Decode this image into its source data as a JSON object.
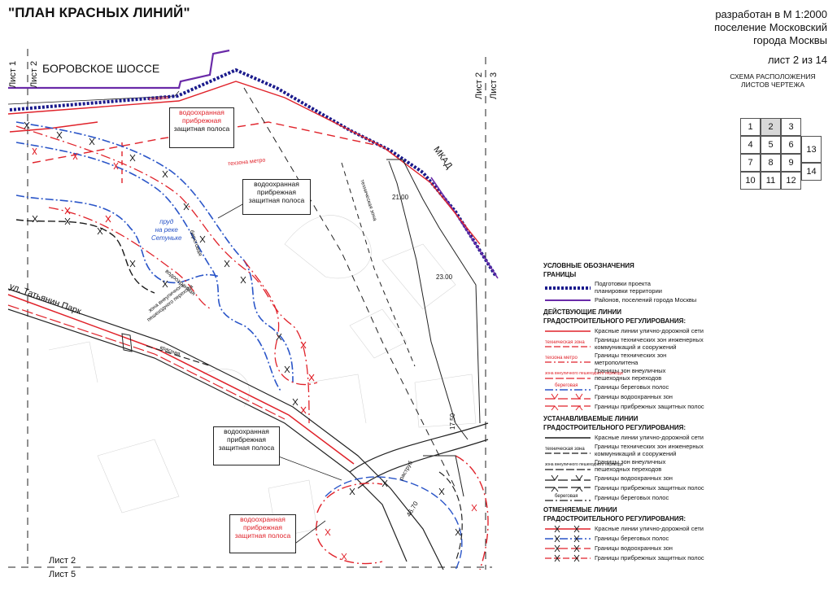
{
  "header": {
    "title": "\"ПЛАН КРАСНЫХ ЛИНИЙ\"",
    "scale_line": "разработан в М 1:2000",
    "settlement_line1": "поселение Московский",
    "settlement_line2": "города Москвы",
    "sheet_of": "лист 2 из 14"
  },
  "scheme": {
    "title_line1": "СХЕМА РАСПОЛОЖЕНИЯ",
    "title_line2": "ЛИСТОВ ЧЕРТЕЖА",
    "cells": [
      "1",
      "2",
      "3",
      "4",
      "5",
      "6",
      "7",
      "8",
      "9",
      "10",
      "11",
      "12",
      "13",
      "14"
    ],
    "highlighted": "2"
  },
  "map_labels": {
    "road_borovskoe": "БОРОВСКОЕ ШОССЕ",
    "road_mkad": "МКАД",
    "street_tatyanin": "ул. Татьянин Парк",
    "pond_line1": "пруд",
    "pond_line2": "на реке",
    "pond_line3": "Сетуньке",
    "sheet_left_1": "Лист 1",
    "sheet_left_2": "Лист 2",
    "sheet_right_2": "Лист 2",
    "sheet_right_3": "Лист 3",
    "sheet_bottom_2": "Лист 2",
    "sheet_bottom_5": "Лист 5",
    "krasnaya": "красная",
    "tekhzona_metro": "техзона метро",
    "tekhzona": "техзона",
    "tekhnicheskaya_zona": "техническая зона",
    "beregovaya": "береговая",
    "vodookhrannaya": "водоохранная",
    "zona_vneulichnogo": "зона внеуличного пешеходного перехода",
    "dim_2100": "21.00",
    "dim_2300": "23.00",
    "dim_1750": "17.50",
    "dim_4670": "46.70",
    "rasstrub": "раструб",
    "box1_line1": "водоохранная",
    "box1_line2": "прибрежная",
    "box1_line3": "защитная полоса",
    "box2_line1": "водоохранная",
    "box2_line2": "прибрежная",
    "box2_line3": "защитная полоса",
    "box3_line1": "водоохранная",
    "box3_line2": "прибрежная",
    "box3_line3": "защитная полоса",
    "box4_line1": "водоохранная",
    "box4_line2": "прибрежная",
    "box4_line3": "защитная полоса"
  },
  "legend": {
    "title": "УСЛОВНЫЕ ОБОЗНАЧЕНИЯ",
    "boundaries": "ГРАНИЦЫ",
    "item_project_1": "Подготовки проекта",
    "item_project_2": "планировки территории",
    "item_districts": "Районов, поселений города Москвы",
    "sec_existing_1": "ДЕЙСТВУЮЩИЕ ЛИНИИ",
    "sec_existing_2": "ГРАДОСТРОИТЕЛЬНОГО РЕГУЛИРОВАНИЯ:",
    "ex_red": "Красные линии улично-дорожной сети",
    "ex_tech_tag": "техническая зона",
    "ex_tech_1": "Границы технических зон инженерных",
    "ex_tech_2": "коммуникаций и сооружений",
    "ex_metro_tag": "техзона метро",
    "ex_metro_1": "Границы технических зон",
    "ex_metro_2": "метрополитена",
    "ex_ped_tag": "зона внеуличного пешеходного перехода",
    "ex_ped_1": "Границы зон внеуличных",
    "ex_ped_2": "пешеходных переходов",
    "ex_shore_tag": "береговая",
    "ex_shore": "Границы береговых полос",
    "ex_water": "Границы водоохранных зон",
    "ex_coast": "Границы прибрежных защитных полос",
    "sec_new_1": "УСТАНАВЛИВАЕМЫЕ ЛИНИИ",
    "sec_new_2": "ГРАДОСТРОИТЕЛЬНОГО РЕГУЛИРОВАНИЯ:",
    "nw_red": "Красные линии улично-дорожной сети",
    "nw_tech_tag": "техническая зона",
    "nw_tech_1": "Границы технических зон инженерных",
    "nw_tech_2": "коммуникаций и сооружений",
    "nw_ped_tag": "зона внеуличного пешеходного перехода",
    "nw_ped_1": "Границы зон внеуличных",
    "nw_ped_2": "пешеходных переходов",
    "nw_water": "Границы водоохранных зон",
    "nw_coast": "Границы прибрежных защитных полос",
    "nw_shore_tag": "береговая",
    "nw_shore": "Границы береговых полос",
    "sec_cancel_1": "ОТМЕНЯЕМЫЕ ЛИНИИ",
    "sec_cancel_2": "ГРАДОСТРОИТЕЛЬНОГО РЕГУЛИРОВАНИЯ:",
    "cn_red": "Красные линии улично-дорожной сети",
    "cn_shore": "Границы береговых полос",
    "cn_water": "Границы водоохранных зон",
    "cn_coast": "Границы прибрежных защитных полос"
  },
  "colors": {
    "red_line": "#e0222a",
    "project_boundary": "#1a1a8c",
    "district_boundary": "#6a2aa8",
    "water_blue": "#2a55c8",
    "black_line": "#1a1a1a"
  }
}
